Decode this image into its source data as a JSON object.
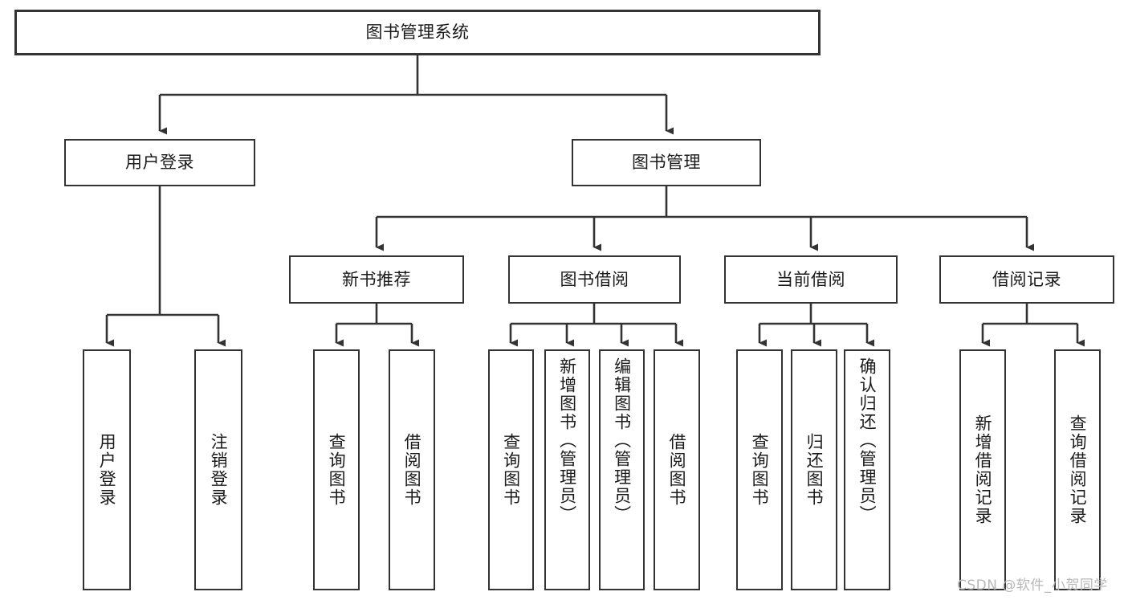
{
  "diagram": {
    "title": "图书管理系统",
    "type": "hierarchy-tree",
    "style": {
      "box_border_color": "#333333",
      "box_fill_color": "#ffffff",
      "connector_color": "#333333",
      "text_color": "#1a1a1a",
      "background": "#ffffff"
    },
    "nodes": {
      "root": {
        "label": "图书管理系统",
        "level": 0
      },
      "user_login": {
        "label": "用户登录",
        "level": 1
      },
      "book_manage": {
        "label": "图书管理",
        "level": 1
      },
      "new_book_rec": {
        "label": "新书推荐",
        "level": 2
      },
      "book_borrow": {
        "label": "图书借阅",
        "level": 2
      },
      "current_borrow": {
        "label": "当前借阅",
        "level": 2
      },
      "borrow_record": {
        "label": "借阅记录",
        "level": 2
      },
      "leaf_user_login": {
        "label": "用户登录",
        "level": 3
      },
      "leaf_logout": {
        "label": "注销登录",
        "level": 3
      },
      "leaf_query_book_1": {
        "label": "查询图书",
        "level": 3
      },
      "leaf_borrow_book_1": {
        "label": "借阅图书",
        "level": 3
      },
      "leaf_query_book_2": {
        "label": "查询图书",
        "level": 3
      },
      "leaf_add_book": {
        "label": "新增图书（管理员）",
        "level": 3
      },
      "leaf_edit_book": {
        "label": "编辑图书（管理员）",
        "level": 3
      },
      "leaf_borrow_book_2": {
        "label": "借阅图书",
        "level": 3
      },
      "leaf_query_book_3": {
        "label": "查询图书",
        "level": 3
      },
      "leaf_return_book": {
        "label": "归还图书",
        "level": 3
      },
      "leaf_confirm_return": {
        "label": "确认归还（管理员）",
        "level": 3
      },
      "leaf_add_record": {
        "label": "新增借阅记录",
        "level": 3
      },
      "leaf_query_record": {
        "label": "查询借阅记录",
        "level": 3
      }
    },
    "edges": [
      {
        "from": "root",
        "to": "user_login"
      },
      {
        "from": "root",
        "to": "book_manage"
      },
      {
        "from": "book_manage",
        "to": "new_book_rec"
      },
      {
        "from": "book_manage",
        "to": "book_borrow"
      },
      {
        "from": "book_manage",
        "to": "current_borrow"
      },
      {
        "from": "book_manage",
        "to": "borrow_record"
      },
      {
        "from": "user_login",
        "to": "leaf_user_login"
      },
      {
        "from": "user_login",
        "to": "leaf_logout"
      },
      {
        "from": "new_book_rec",
        "to": "leaf_query_book_1"
      },
      {
        "from": "new_book_rec",
        "to": "leaf_borrow_book_1"
      },
      {
        "from": "book_borrow",
        "to": "leaf_query_book_2"
      },
      {
        "from": "book_borrow",
        "to": "leaf_add_book"
      },
      {
        "from": "book_borrow",
        "to": "leaf_edit_book"
      },
      {
        "from": "book_borrow",
        "to": "leaf_borrow_book_2"
      },
      {
        "from": "current_borrow",
        "to": "leaf_query_book_3"
      },
      {
        "from": "current_borrow",
        "to": "leaf_return_book"
      },
      {
        "from": "current_borrow",
        "to": "leaf_confirm_return"
      },
      {
        "from": "borrow_record",
        "to": "leaf_add_record"
      },
      {
        "from": "borrow_record",
        "to": "leaf_query_record"
      }
    ]
  },
  "watermark": {
    "text": "CSDN @软件_小贺同学"
  }
}
